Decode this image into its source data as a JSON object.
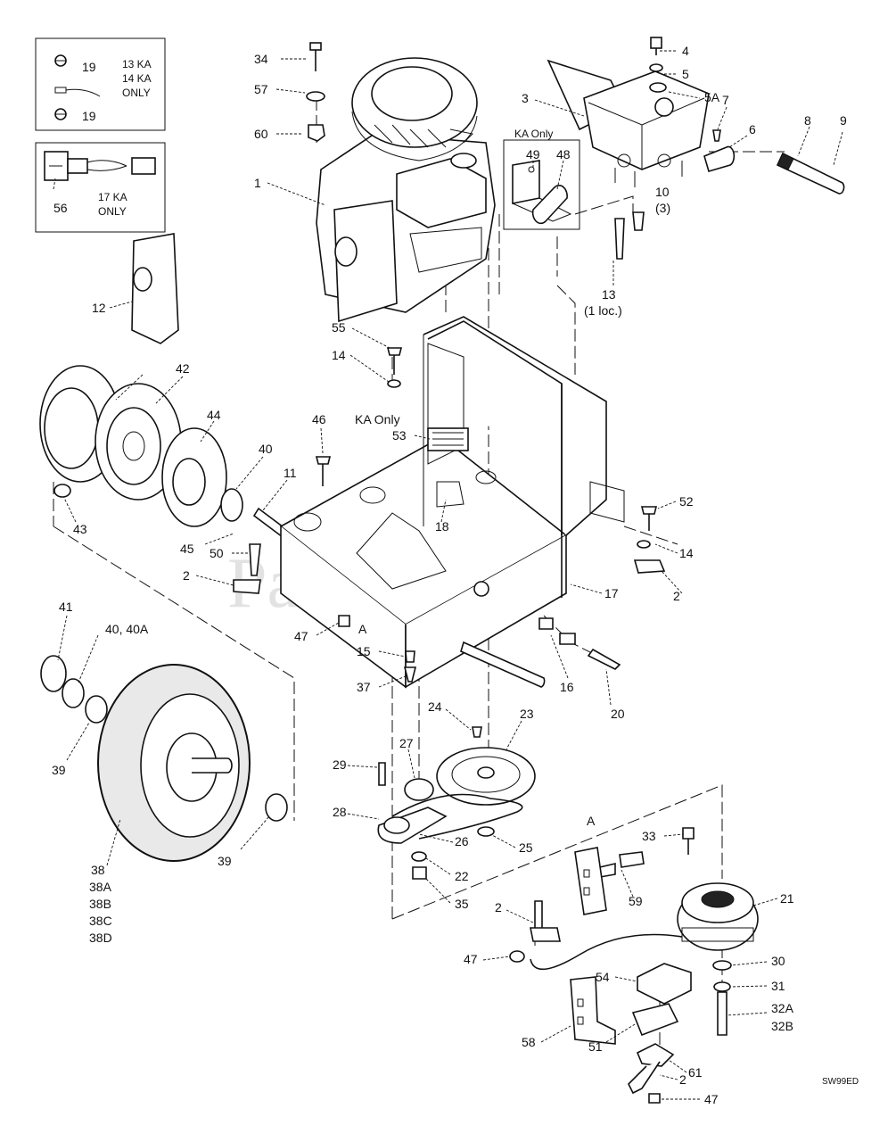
{
  "watermark": "PartsTree",
  "drawing_code": "SW99ED",
  "inset_boxes": {
    "wire_box": {
      "line1": "13 KA",
      "line2": "14 KA",
      "line3": "ONLY"
    },
    "connector_box": {
      "line1": "17 KA",
      "line2": "ONLY"
    },
    "ka_only_box": {
      "title": "KA Only"
    }
  },
  "notes": {
    "ka_only_53": "KA Only",
    "section_a_1": "A",
    "section_a_2": "A"
  },
  "callouts": [
    {
      "id": "c1",
      "text": "1"
    },
    {
      "id": "c2a",
      "text": "2"
    },
    {
      "id": "c2b",
      "text": "2"
    },
    {
      "id": "c2c",
      "text": "2"
    },
    {
      "id": "c2d",
      "text": "2"
    },
    {
      "id": "c3",
      "text": "3"
    },
    {
      "id": "c4",
      "text": "4"
    },
    {
      "id": "c5",
      "text": "5"
    },
    {
      "id": "c5a",
      "text": "5A"
    },
    {
      "id": "c6",
      "text": "6"
    },
    {
      "id": "c7",
      "text": "7"
    },
    {
      "id": "c8",
      "text": "8"
    },
    {
      "id": "c9",
      "text": "9"
    },
    {
      "id": "c10",
      "text": "10"
    },
    {
      "id": "c10q",
      "text": "(3)"
    },
    {
      "id": "c11",
      "text": "11"
    },
    {
      "id": "c12",
      "text": "12"
    },
    {
      "id": "c13",
      "text": "13"
    },
    {
      "id": "c13q",
      "text": "(1 loc.)"
    },
    {
      "id": "c14a",
      "text": "14"
    },
    {
      "id": "c14b",
      "text": "14"
    },
    {
      "id": "c15",
      "text": "15"
    },
    {
      "id": "c16",
      "text": "16"
    },
    {
      "id": "c17",
      "text": "17"
    },
    {
      "id": "c18",
      "text": "18"
    },
    {
      "id": "c19a",
      "text": "19"
    },
    {
      "id": "c19b",
      "text": "19"
    },
    {
      "id": "c20",
      "text": "20"
    },
    {
      "id": "c21",
      "text": "21"
    },
    {
      "id": "c22",
      "text": "22"
    },
    {
      "id": "c23",
      "text": "23"
    },
    {
      "id": "c24",
      "text": "24"
    },
    {
      "id": "c25",
      "text": "25"
    },
    {
      "id": "c26",
      "text": "26"
    },
    {
      "id": "c27",
      "text": "27"
    },
    {
      "id": "c28",
      "text": "28"
    },
    {
      "id": "c29",
      "text": "29"
    },
    {
      "id": "c30",
      "text": "30"
    },
    {
      "id": "c31",
      "text": "31"
    },
    {
      "id": "c32a",
      "text": "32A"
    },
    {
      "id": "c32b",
      "text": "32B"
    },
    {
      "id": "c33",
      "text": "33"
    },
    {
      "id": "c34",
      "text": "34"
    },
    {
      "id": "c35",
      "text": "35"
    },
    {
      "id": "c37",
      "text": "37"
    },
    {
      "id": "c38",
      "text": "38"
    },
    {
      "id": "c38a",
      "text": "38A"
    },
    {
      "id": "c38b",
      "text": "38B"
    },
    {
      "id": "c38c",
      "text": "38C"
    },
    {
      "id": "c38d",
      "text": "38D"
    },
    {
      "id": "c39a",
      "text": "39"
    },
    {
      "id": "c39b",
      "text": "39"
    },
    {
      "id": "c40a",
      "text": "40"
    },
    {
      "id": "c40b",
      "text": "40, 40A"
    },
    {
      "id": "c41",
      "text": "41"
    },
    {
      "id": "c42",
      "text": "42"
    },
    {
      "id": "c43",
      "text": "43"
    },
    {
      "id": "c44",
      "text": "44"
    },
    {
      "id": "c45",
      "text": "45"
    },
    {
      "id": "c46",
      "text": "46"
    },
    {
      "id": "c47a",
      "text": "47"
    },
    {
      "id": "c47b",
      "text": "47"
    },
    {
      "id": "c47c",
      "text": "47"
    },
    {
      "id": "c48",
      "text": "48"
    },
    {
      "id": "c49",
      "text": "49"
    },
    {
      "id": "c50",
      "text": "50"
    },
    {
      "id": "c51",
      "text": "51"
    },
    {
      "id": "c52",
      "text": "52"
    },
    {
      "id": "c53",
      "text": "53"
    },
    {
      "id": "c54",
      "text": "54"
    },
    {
      "id": "c55",
      "text": "55"
    },
    {
      "id": "c56",
      "text": "56"
    },
    {
      "id": "c57",
      "text": "57"
    },
    {
      "id": "c58",
      "text": "58"
    },
    {
      "id": "c59",
      "text": "59"
    },
    {
      "id": "c60",
      "text": "60"
    },
    {
      "id": "c61",
      "text": "61"
    }
  ]
}
